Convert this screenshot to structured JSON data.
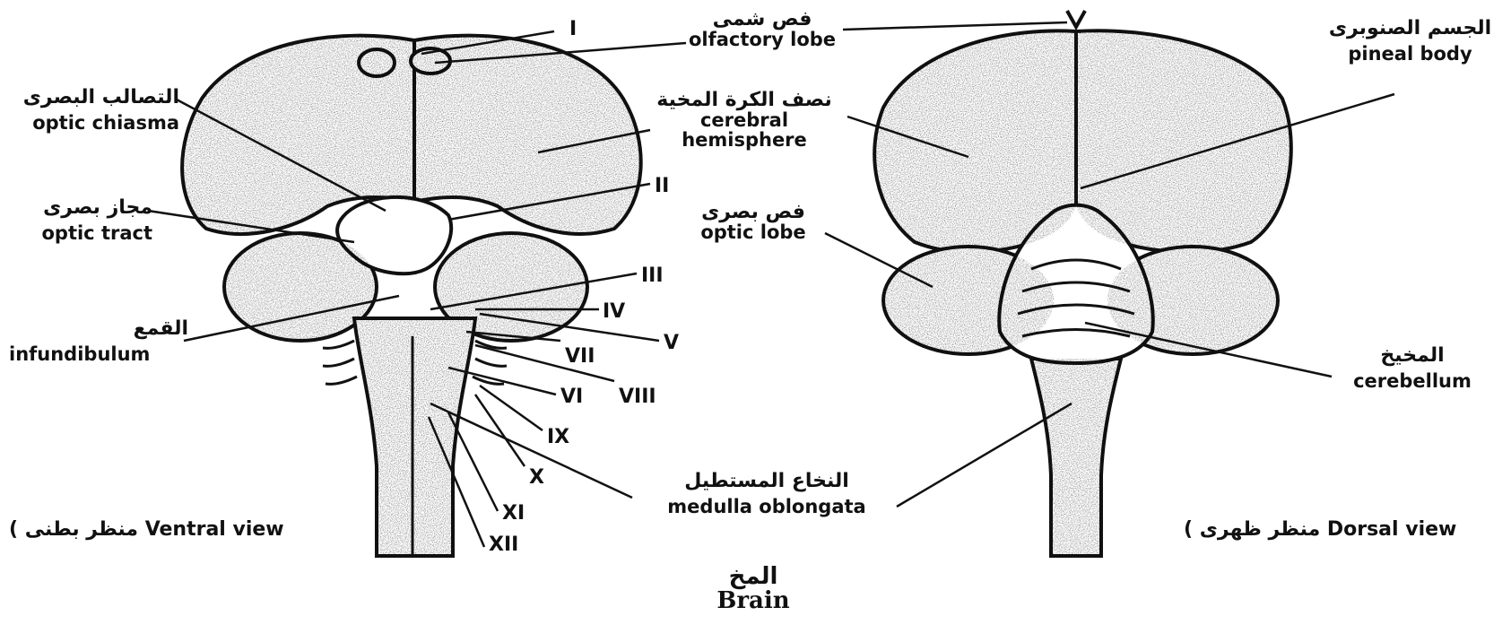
{
  "diagram": {
    "title_ar": "المخ",
    "title_en": "Brain",
    "views": {
      "ventral": "( منظر بطنى Ventral view",
      "dorsal": "( منظر ظهرى Dorsal view"
    },
    "labels": {
      "olfactory_lobe": {
        "ar": "فص شمى",
        "en": "olfactory lobe"
      },
      "optic_chiasma": {
        "ar": "التصالب البصرى",
        "en": "optic chiasma"
      },
      "optic_tract": {
        "ar": "مجاز بصرى",
        "en": "optic tract"
      },
      "infundibulum": {
        "ar": "القمع",
        "en": "infundibulum"
      },
      "cerebral_hemisphere": {
        "ar": "نصف الكرة المخية",
        "en1": "cerebral",
        "en2": "hemisphere"
      },
      "optic_lobe": {
        "ar": "فص بصرى",
        "en": "optic lobe"
      },
      "medulla_oblongata": {
        "ar": "النخاع المستطيل",
        "en": "medulla oblongata"
      },
      "pineal_body": {
        "ar": "الجسم الصنوبرى",
        "en": "pineal body"
      },
      "cerebellum": {
        "ar": "المخيخ",
        "en": "cerebellum"
      }
    },
    "cranial_nerves": {
      "I": "I",
      "II": "II",
      "III": "III",
      "IV": "IV",
      "V": "V",
      "VI": "VI",
      "VII": "VII",
      "VIII": "VIII",
      "IX": "IX",
      "X": "X",
      "XI": "XI",
      "XII": "XII"
    },
    "colors": {
      "ink": "#111111",
      "fill": "#ffffff"
    }
  }
}
